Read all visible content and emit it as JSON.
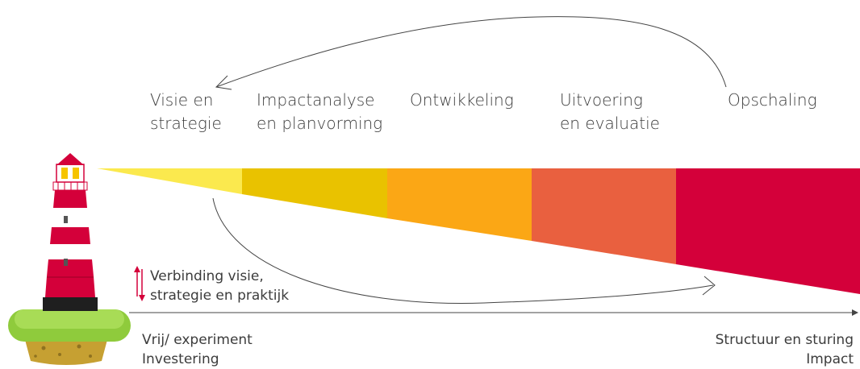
{
  "phases": [
    {
      "line1": "Visie en",
      "line2": "strategie"
    },
    {
      "line1": "Impactanalyse",
      "line2": "en planvorming"
    },
    {
      "line1": "Ontwikkeling",
      "line2": ""
    },
    {
      "line1": "Uitvoering",
      "line2": "en evaluatie"
    },
    {
      "line1": "Opschaling",
      "line2": ""
    }
  ],
  "segment_colors": [
    "#fbe94e",
    "#e9c200",
    "#fba715",
    "#e9603f",
    "#d4003a"
  ],
  "connection": {
    "line1": "Verbinding visie,",
    "line2": "strategie en praktijk"
  },
  "axis": {
    "left": {
      "line1": "Vrij/ experiment",
      "line2": "Investering"
    },
    "right": {
      "line1": "Structuur en sturing",
      "line2": "Impact"
    }
  },
  "icons": [
    "lighthouse-icon",
    "up-down-arrow-icon"
  ]
}
